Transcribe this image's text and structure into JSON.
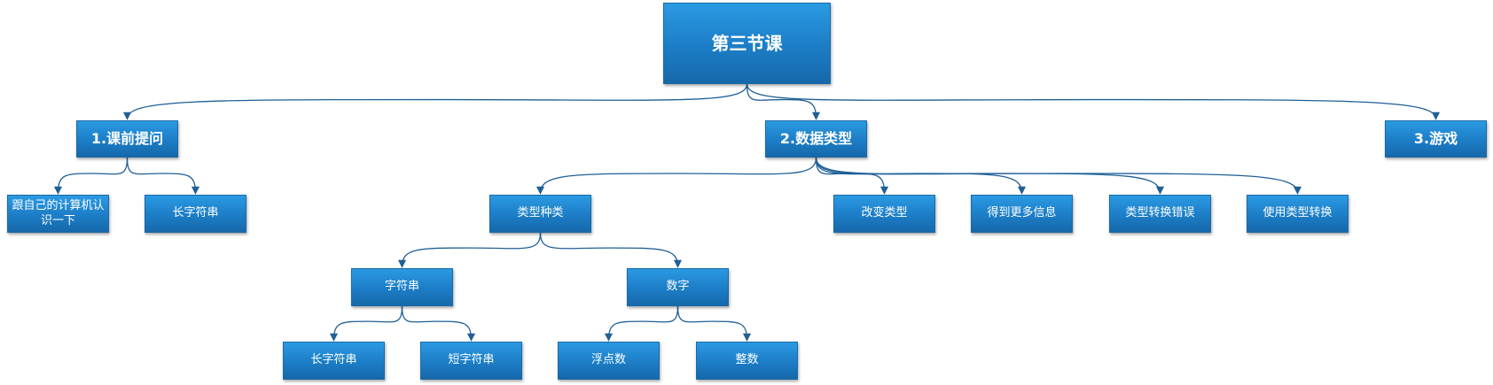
{
  "diagram": {
    "root": {
      "label": "第三节课"
    },
    "n1": {
      "label": "1.课前提问"
    },
    "n2": {
      "label": "2.数据类型"
    },
    "n3": {
      "label": "3.游戏"
    },
    "n1_1": {
      "label": "跟自己的计算机认识一下"
    },
    "n1_2": {
      "label": "长字符串"
    },
    "n2_1": {
      "label": "类型种类"
    },
    "n2_2": {
      "label": "改变类型"
    },
    "n2_3": {
      "label": "得到更多信息"
    },
    "n2_4": {
      "label": "类型转换错误"
    },
    "n2_5": {
      "label": "使用类型转换"
    },
    "n2_1_1": {
      "label": "字符串"
    },
    "n2_1_2": {
      "label": "数字"
    },
    "n2_1_1_1": {
      "label": "长字符串"
    },
    "n2_1_1_2": {
      "label": "短字符串"
    },
    "n2_1_2_1": {
      "label": "浮点数"
    },
    "n2_1_2_2": {
      "label": "整数"
    }
  },
  "colors": {
    "node_top": "#2b9ae3",
    "node_bottom": "#1668aa",
    "connector": "#1f5f96",
    "text": "#ffffff"
  }
}
